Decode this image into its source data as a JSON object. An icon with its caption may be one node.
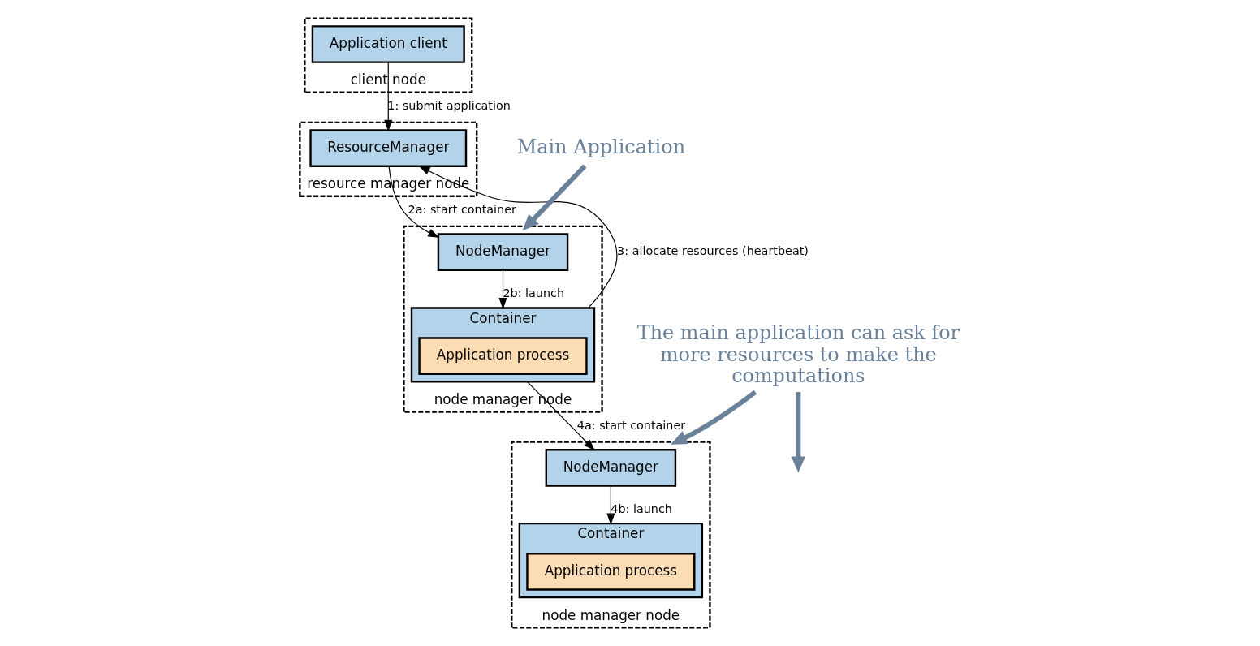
{
  "diagram": {
    "nodes": [
      {
        "text": [
          "client node"
        ]
      },
      {
        "text": [
          "Application client"
        ],
        "in": 0
      },
      {
        "text": [
          "resource manager node"
        ]
      },
      {
        "text": [
          "ResourceManager"
        ],
        "in": 2
      },
      {
        "text": [
          "node manager node"
        ]
      },
      {
        "text": [
          "NodeManager"
        ],
        "in": 4
      },
      {
        "text": [
          "Container"
        ],
        "in": 4
      },
      {
        "text": [
          "Application process"
        ],
        "in": 6
      },
      {
        "text": [
          "node manager node"
        ]
      },
      {
        "text": [
          "NodeManager"
        ],
        "in": 8
      },
      {
        "text": [
          "Container"
        ],
        "in": 8
      },
      {
        "text": [
          "Application process"
        ],
        "in": 10
      },
      {
        "text": [
          "Main Application"
        ]
      },
      {
        "text": [
          "The main application can ask for more resources to make the computations"
        ]
      }
    ],
    "edges": [
      {
        "from": 1,
        "to": 3,
        "arrow": "to",
        "label": "1: submit application"
      },
      {
        "from": 3,
        "to": 5,
        "arrow": "to",
        "label": "2a: start container"
      },
      {
        "from": 5,
        "to": 6,
        "arrow": "to",
        "label": "2b: launch"
      },
      {
        "from": 6,
        "to": 3,
        "arrow": "to",
        "label": "3: allocate resources (heartbeat)"
      },
      {
        "from": 6,
        "to": 9,
        "arrow": "to",
        "label": "4a: start container"
      },
      {
        "from": 9,
        "to": 10,
        "arrow": "to",
        "label": "4b: launch"
      },
      {
        "from": 12,
        "to": 4,
        "arrow": "to",
        "style": "thick",
        "color": "#6a8199"
      },
      {
        "from": 13,
        "to": null,
        "arrow": "to",
        "style": "thick",
        "color": "#6a8199"
      },
      {
        "from": 13,
        "to": 8,
        "arrow": "to",
        "style": "thick",
        "color": "#6a8199"
      }
    ]
  }
}
